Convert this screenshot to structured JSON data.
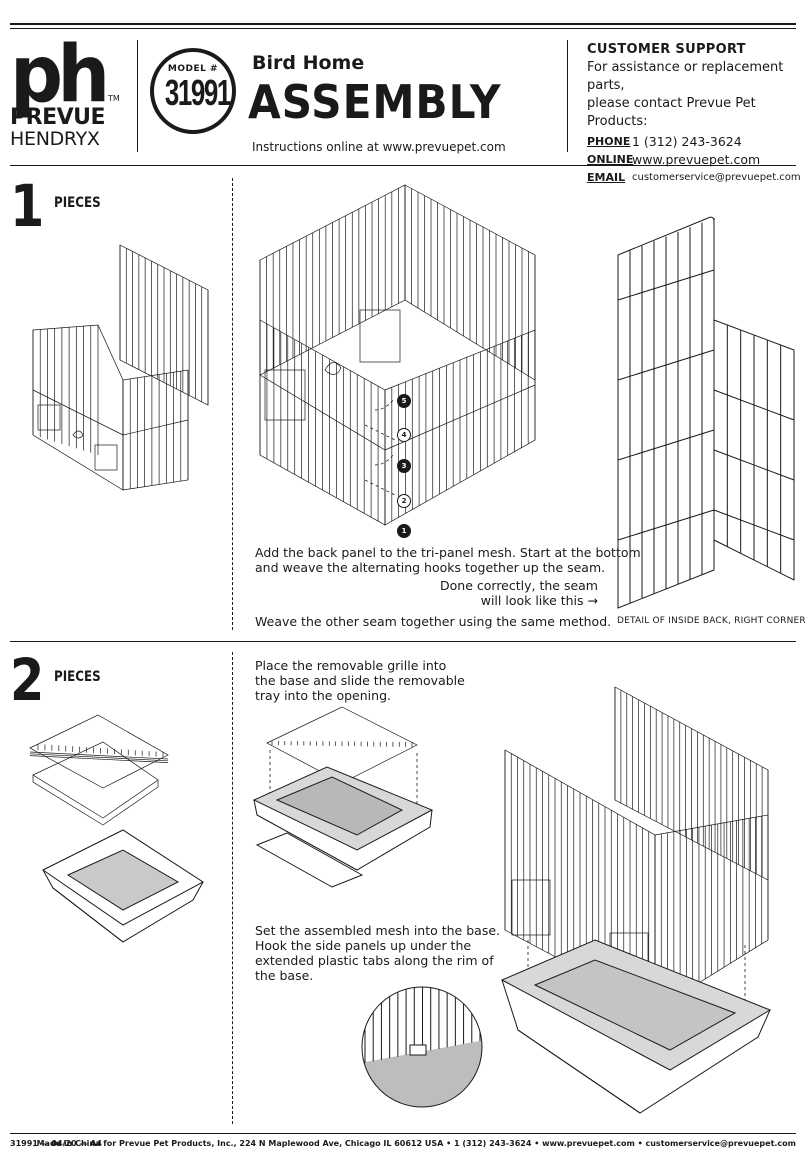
{
  "header": {
    "brand_big": "ph",
    "brand_line1": "PREVUE",
    "brand_line2": "HENDRYX",
    "brand_tm": "TM",
    "model_label": "MODEL #",
    "model_number": "31991",
    "product": "Bird Home",
    "title": "ASSEMBLY",
    "instructions": "Instructions online at www.prevuepet.com"
  },
  "support": {
    "heading": "CUSTOMER SUPPORT",
    "line1": "For assistance or replacement parts,",
    "line2": "please contact Prevue Pet Products:",
    "phone_label": "PHONE",
    "phone": "1 (312) 243-3624",
    "online_label": "ONLINE",
    "online": "www.prevuepet.com",
    "email_label": "EMAIL",
    "email": "customerservice@prevuepet.com"
  },
  "step1": {
    "number": "1",
    "heading": "PIECES",
    "callouts": [
      "5",
      "4",
      "3",
      "2",
      "1"
    ],
    "text1_line1": "Add the back panel to the tri-panel mesh. Start at the bottom",
    "text1_line2": "and weave the alternating hooks together up the seam.",
    "text2_line1": "Done correctly, the seam",
    "text2_line2": "will look like this →",
    "text3": "Weave the other seam together using the same method.",
    "detail_caption": "DETAIL OF INSIDE BACK, RIGHT CORNER"
  },
  "step2": {
    "number": "2",
    "heading": "PIECES",
    "text1_line1": "Place the removable grille into",
    "text1_line2": "the base and slide the removable",
    "text1_line3": "tray into the opening.",
    "text2_line1": "Set the assembled mesh into the base.",
    "text2_line2": "Hook the side panels up under the",
    "text2_line3": "extended plastic tabs along the rim of",
    "text2_line4": "the base."
  },
  "footer": {
    "left": "31991 — 04/20 — A4",
    "right": "Made in China for Prevue Pet Products, Inc., 224 N Maplewood Ave, Chicago IL  60612  USA • 1 (312) 243-3624 • www.prevuepet.com • customerservice@prevuepet.com"
  }
}
